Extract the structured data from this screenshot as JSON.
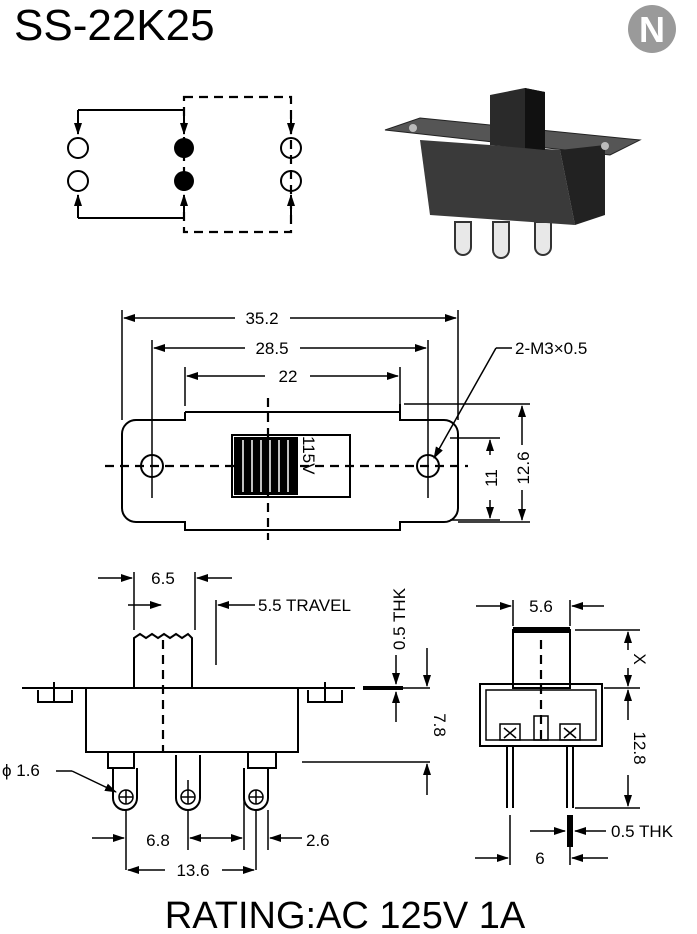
{
  "title": "SS-22K25",
  "logo_letter": "N",
  "actuator_label": "115V",
  "top_view": {
    "overall_length": "35.2",
    "hole_pitch": "28.5",
    "body_length": "22",
    "mount_holes": "2-M3×0.5",
    "body_width": "11",
    "plate_width": "12.6"
  },
  "front_view": {
    "actuator_width": "6.5",
    "travel": "5.5 TRAVEL",
    "plate_thickness": "0.5 THK",
    "body_height": "7.8",
    "pin_hole": "ϕ 1.6",
    "pin_pitch": "6.8",
    "pin_width": "2.6",
    "pin_span": "13.6"
  },
  "side_view": {
    "actuator_width": "5.6",
    "actuator_height": "X",
    "height": "12.8",
    "pin_thickness": "0.5 THK",
    "pin_spacing": "6"
  },
  "rating": "RATING:AC 125V 1A"
}
